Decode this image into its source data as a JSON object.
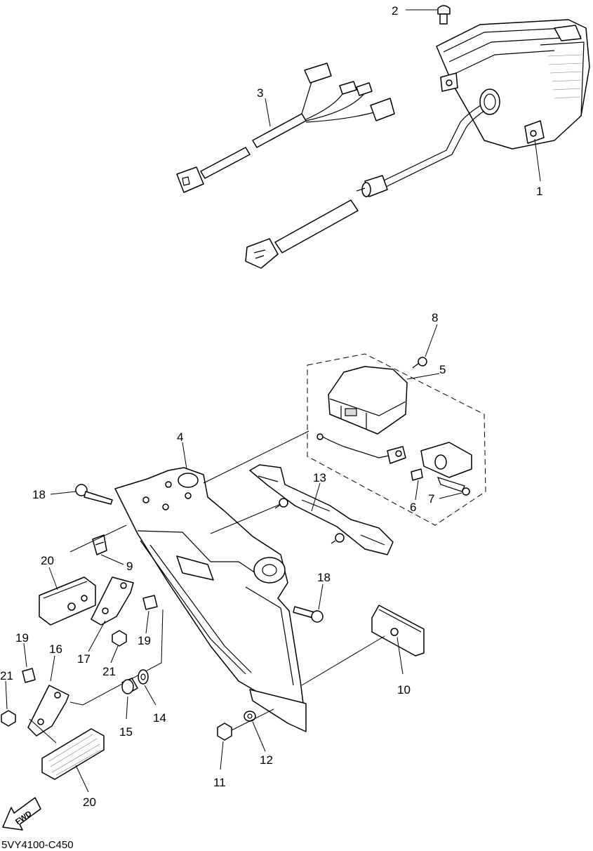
{
  "diagram_code": "5VY4100-C450",
  "fwd_label": "FWD",
  "callouts": {
    "c1": "1",
    "c2": "2",
    "c3": "3",
    "c4": "4",
    "c5": "5",
    "c6": "6",
    "c7": "7",
    "c8": "8",
    "c9": "9",
    "c10": "10",
    "c11": "11",
    "c12": "12",
    "c13": "13",
    "c14": "14",
    "c15": "15",
    "c16": "16",
    "c17": "17",
    "c18a": "18",
    "c18b": "18",
    "c19a": "19",
    "c19b": "19",
    "c20a": "20",
    "c20b": "20",
    "c21a": "21",
    "c21b": "21"
  }
}
